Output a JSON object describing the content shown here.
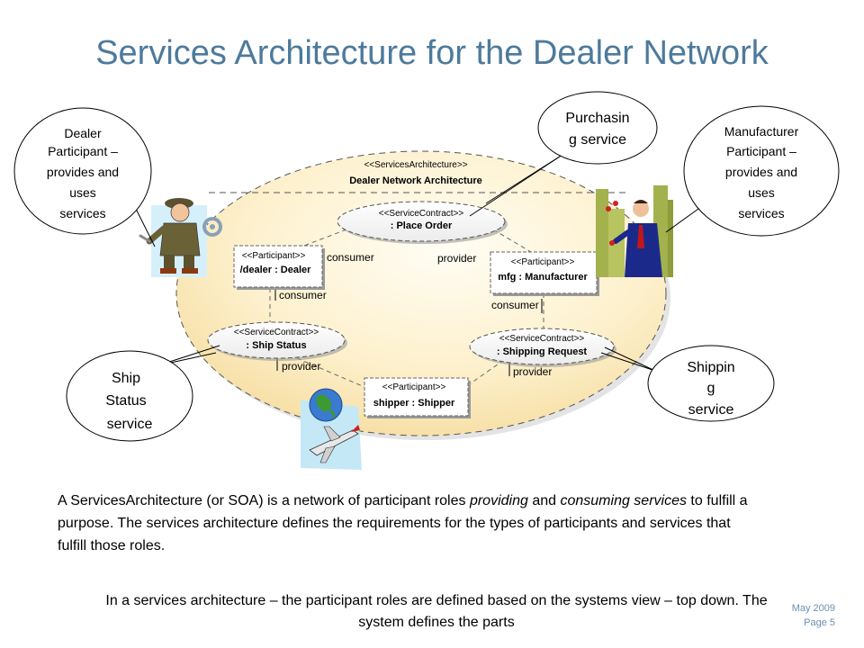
{
  "title": "Services Architecture for the Dealer Network",
  "architecture": {
    "stereotype": "<<ServicesArchitecture>>",
    "name": "Dealer Network Architecture"
  },
  "participants": [
    {
      "stereotype": "<<Participant>>",
      "name": "/dealer : Dealer"
    },
    {
      "stereotype": "<<Participant>>",
      "name": "mfg : Manufacturer"
    },
    {
      "stereotype": "<<Participant>>",
      "name": "shipper : Shipper"
    }
  ],
  "contracts": [
    {
      "stereotype": "<<ServiceContract>>",
      "name": ": Place Order"
    },
    {
      "stereotype": "<<ServiceContract>>",
      "name": ": Ship Status"
    },
    {
      "stereotype": "<<ServiceContract>>",
      "name": ": Shipping Request"
    }
  ],
  "roles": {
    "consumer": "consumer",
    "provider": "provider"
  },
  "callouts": {
    "dealer": [
      "Dealer",
      "Participant –",
      "provides and",
      "uses",
      "services"
    ],
    "manufacturer": [
      "Manufacturer",
      "Participant –",
      "provides and",
      "uses",
      "services"
    ],
    "purchasing": [
      "Purchasin",
      "g service"
    ],
    "ship_status": [
      "Ship",
      "Status",
      "service"
    ],
    "shipping": [
      "Shippin",
      "g",
      "service"
    ]
  },
  "description": {
    "t1": "A ServicesArchitecture (or SOA) is a network of participant roles ",
    "t2": "providing",
    "t3": " and ",
    "t4": "consuming services",
    "t5": " to fulfill a purpose. The services architecture defines the requirements for the types of participants and services that fulfill those roles."
  },
  "note": "In a services architecture – the participant roles are defined based on the systems view – top down.  The system defines the parts",
  "footer": {
    "date": "May 2009",
    "page": "Page 5"
  },
  "icons": [
    "mechanic-clipart-icon",
    "businessman-clipart-icon",
    "globe-airplane-clipart-icon"
  ],
  "colors": {
    "title": "#4d7a9c",
    "architecture_fill": "#fdf0cc",
    "contract_fill": "#ffffff",
    "footer": "#6b8fb0"
  }
}
